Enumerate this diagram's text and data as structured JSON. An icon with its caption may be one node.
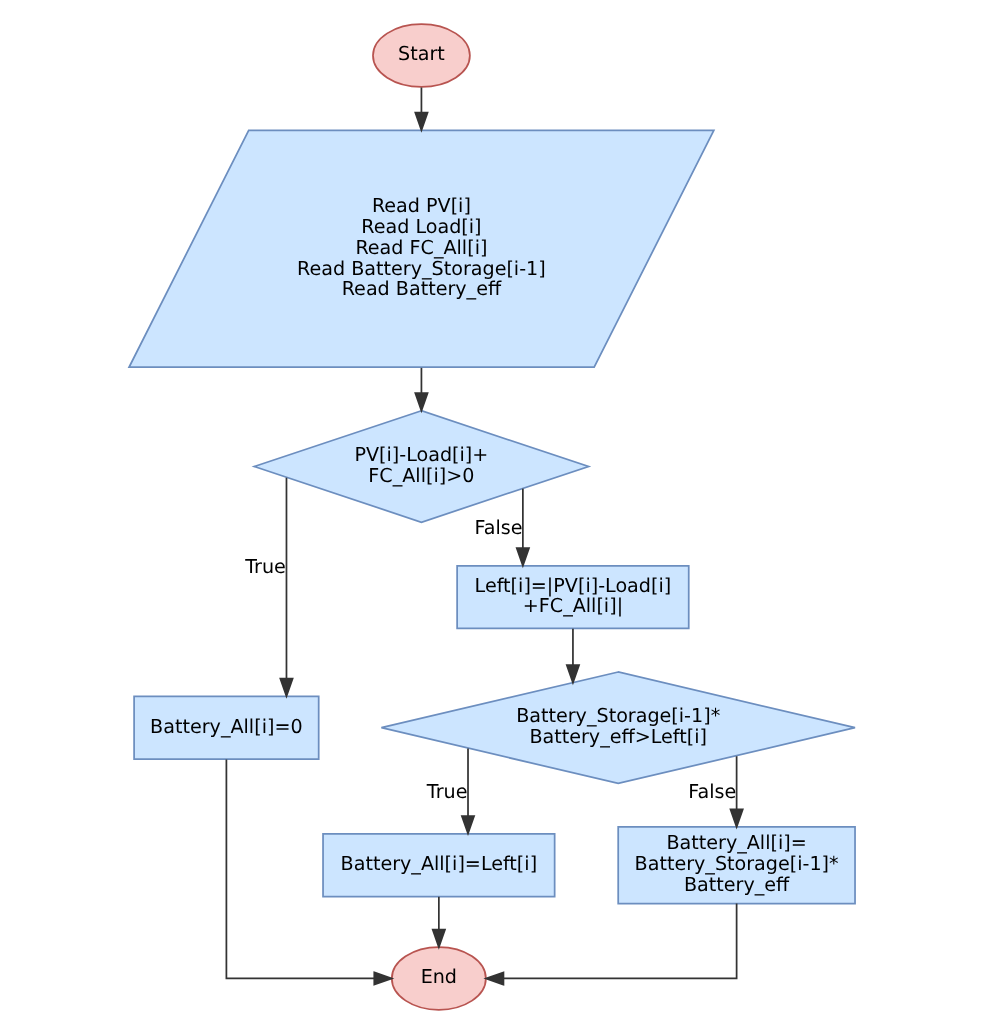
{
  "diagram": {
    "nodes": [
      {
        "text": [
          "Start"
        ]
      },
      {
        "text": [
          "Read PV[i]",
          "Read Load[i]",
          "Read FC_All[i]",
          "Read Battery_Storage[i-1]",
          "Read Battery_eff"
        ]
      },
      {
        "text": [
          "PV[i]-Load[i]+ FC_All[i]>0"
        ]
      },
      {
        "text": [
          "Battery_All[i]=0"
        ]
      },
      {
        "text": [
          "Left[i]=|PV[i]-Load[i] +FC_All[i]|"
        ]
      },
      {
        "text": [
          "Battery_Storage[i-1]* Battery_eff>Left[i]"
        ]
      },
      {
        "text": [
          "Battery_All[i]=Left[i]"
        ]
      },
      {
        "text": [
          "Battery_All[i]= Battery_Storage[i-1]* Battery_eff"
        ]
      },
      {
        "text": [
          "End"
        ]
      }
    ],
    "edges": [
      {
        "from": 0,
        "to": 1,
        "arrow": "to"
      },
      {
        "from": 1,
        "to": 2,
        "arrow": "to"
      },
      {
        "from": 2,
        "to": 3,
        "arrow": "to",
        "label": "True"
      },
      {
        "from": 2,
        "to": 4,
        "arrow": "to",
        "label": "False"
      },
      {
        "from": 4,
        "to": 5,
        "arrow": "to"
      },
      {
        "from": 5,
        "to": 6,
        "arrow": "to",
        "label": "True"
      },
      {
        "from": 5,
        "to": 7,
        "arrow": "to",
        "label": "False"
      },
      {
        "from": 3,
        "to": 8,
        "arrow": "to"
      },
      {
        "from": 6,
        "to": 8,
        "arrow": "to"
      },
      {
        "from": 7,
        "to": 8,
        "arrow": "to"
      }
    ]
  }
}
